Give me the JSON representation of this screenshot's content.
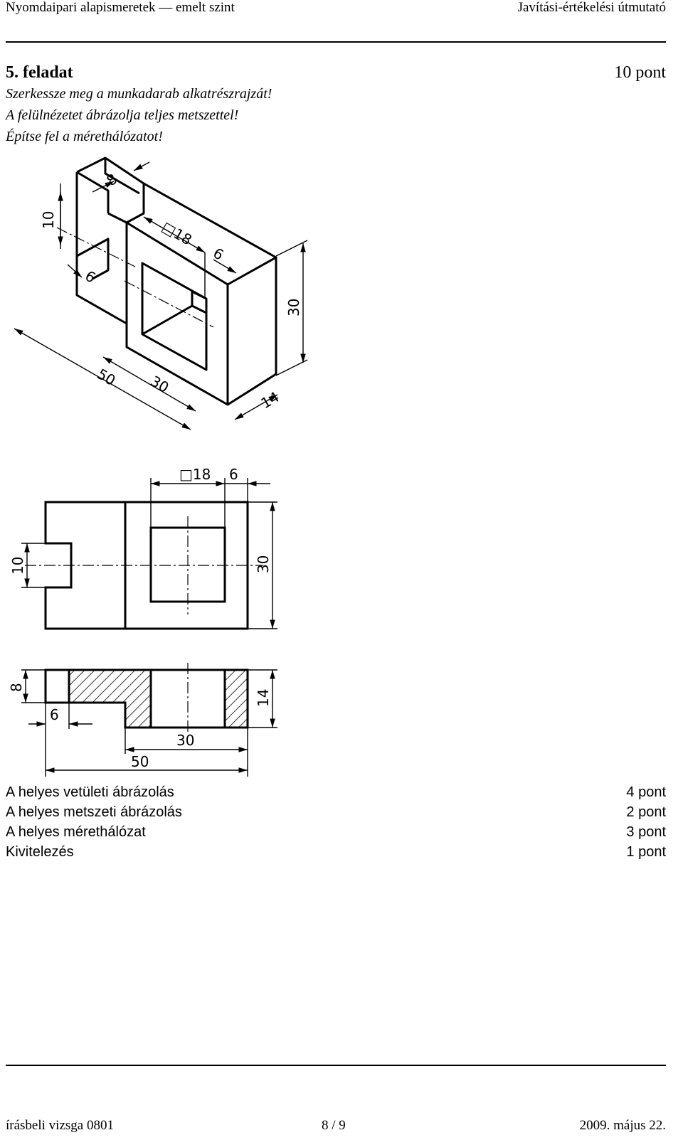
{
  "header": {
    "left": "Nyomdaipari alapismeretek — emelt szint",
    "right": "Javítási-értékelési útmutató"
  },
  "task": {
    "title": "5. feladat",
    "points": "10 pont",
    "instructions": [
      "Szerkessze meg a munkadarab alkatrészrajzát!",
      "A felülnézetet ábrázolja teljes metszettel!",
      "Építse fel a mérethálózatot!"
    ]
  },
  "dimensions": {
    "iso": [
      "8",
      "10",
      "□18",
      "6",
      "6",
      "30",
      "50",
      "30",
      "14"
    ],
    "top_view": [
      "□18",
      "6",
      "10",
      "30"
    ],
    "section": [
      "8",
      "6",
      "14",
      "30",
      "50"
    ]
  },
  "scoring": [
    {
      "label": "A helyes vetületi ábrázolás",
      "points": "4 pont"
    },
    {
      "label": "A helyes metszeti ábrázolás",
      "points": "2 pont"
    },
    {
      "label": "A helyes mérethálózat",
      "points": "3 pont"
    },
    {
      "label": "Kivitelezés",
      "points": "1 pont"
    }
  ],
  "footer": {
    "left": "írásbeli vizsga 0801",
    "center": "8 / 9",
    "right": "2009. május 22."
  }
}
